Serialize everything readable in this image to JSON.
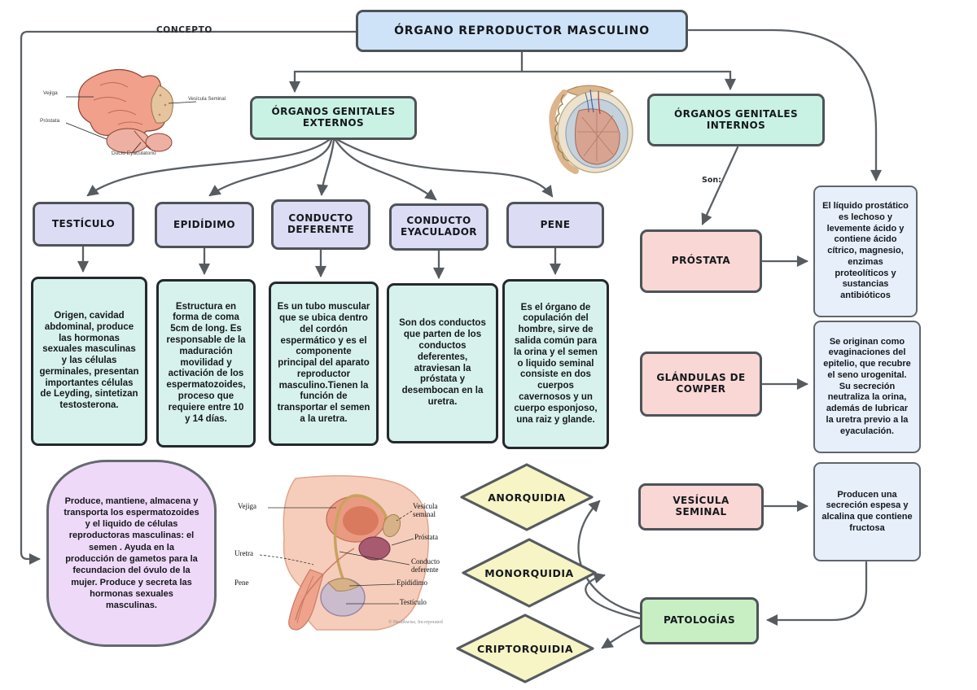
{
  "title": "ÓRGANO REPRODUCTOR MASCULINO",
  "concepto_label": "CONCEPTO",
  "branches": {
    "externos_label": "ÓRGANOS GENITALES EXTERNOS",
    "internos_label": "ÓRGANOS GENITALES INTERNOS",
    "internos_connector_label": "Son:"
  },
  "external_organs": [
    {
      "name": "TESTÍCULO",
      "description": "Origen, cavidad abdominal, produce las hormonas sexuales masculinas y las células germinales, presentan importantes células de Leyding, sintetizan testosterona."
    },
    {
      "name": "EPIDÍDIMO",
      "description": "Estructura en forma de coma 5cm de long. Es responsable de la maduración movilidad y activación de los espermatozoides, proceso que requiere entre 10 y 14 días."
    },
    {
      "name": "CONDUCTO DEFERENTE",
      "description": "Es un tubo muscular que se ubica dentro del cordón espermático y es el componente principal del aparato reproductor masculino.Tienen la función de transportar el semen a la uretra."
    },
    {
      "name": "CONDUCTO EYACULADOR",
      "description": "Son dos conductos que parten de los conductos deferentes, atraviesan la próstata y desembocan en la uretra."
    },
    {
      "name": "PENE",
      "description": "Es el órgano de copulación del hombre, sirve de salida común para la orina y el semen o liquido seminal consiste en dos cuerpos cavernosos y un cuerpo esponjoso, una raiz y glande."
    }
  ],
  "internal_organs": [
    {
      "name": "PRÓSTATA",
      "description": "El líquido prostático es lechoso y levemente ácido y contiene ácido cítrico, magnesio, enzimas proteolíticos y sustancias antibióticos"
    },
    {
      "name": "GLÁNDULAS DE COWPER",
      "description": "Se originan como evaginaciones del epitelio, que recubre el seno urogenital. Su secreción neutraliza la orina, además de lubricar la uretra previo a la eyaculación."
    },
    {
      "name": "VESÍCULA SEMINAL",
      "description": "Producen una secreción espesa y alcalina que contiene fructosa"
    }
  ],
  "pathologies": {
    "label": "PATOLOGÍAS",
    "items": [
      "ANORQUIDIA",
      "MONORQUIDIA",
      "CRIPTORQUIDIA"
    ]
  },
  "summary_note": "Produce, mantiene, almacena y transporta los espermatozoides y el liquido de células reproductoras masculinas: el semen . Ayuda en la producción de gametos para la fecundacion del óvulo de la mujer. Produce y secreta las hormonas sexuales masculinas.",
  "concept_image": {
    "labels": {
      "vejiga": "Vejiga",
      "vesicula_seminal": "Vesícula Seminal",
      "prostata": "Próstata",
      "ducto_eyaculatorio": "Ducto Eyaculatorio"
    }
  },
  "anatomy_image": {
    "labels": {
      "vejiga": "Vejiga",
      "uretra": "Uretra",
      "pene": "Pene",
      "vesicula_seminal": "Vesícula seminal",
      "prostata": "Próstata",
      "conducto_deferente": "Conducto deferente",
      "epididimo": "Epidídimo",
      "testiculo": "Testículo"
    },
    "credit": "© Healthwise, Incorporated"
  },
  "colors": {
    "title_fill": "#cfe3f8",
    "branch_fill": "#c9f2e4",
    "organ_header_fill": "#dcdcf4",
    "organ_desc_fill": "#d7f2ec",
    "internal_fill": "#f9d7d5",
    "pathology_fill": "#c8efc4",
    "info_fill": "#e7effb",
    "diamond_fill": "#f7f4c5",
    "note_fill": "#efd9f8",
    "connector": "#5b6065"
  }
}
